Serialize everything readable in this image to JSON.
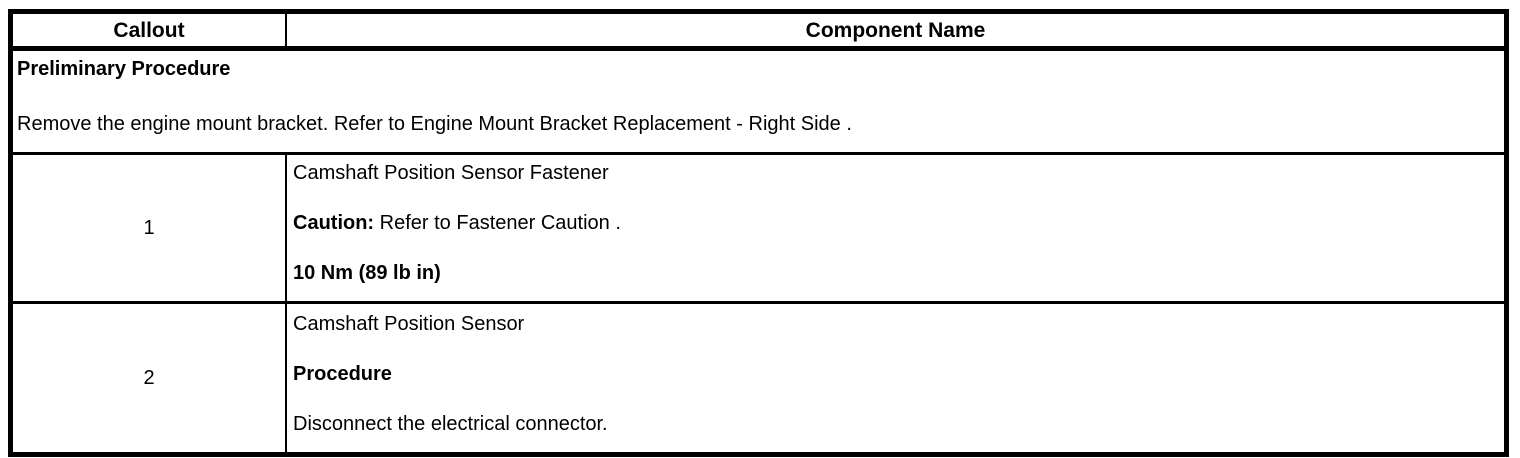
{
  "colors": {
    "border": "#000000",
    "text": "#000000",
    "background": "#ffffff"
  },
  "table": {
    "header": {
      "callout": "Callout",
      "component_name": "Component Name"
    },
    "preliminary": {
      "title": "Preliminary Procedure",
      "instruction": "Remove the engine mount bracket. Refer to Engine Mount Bracket Replacement - Right Side ."
    },
    "rows": [
      {
        "callout": "1",
        "component": {
          "name": "Camshaft Position Sensor Fastener",
          "caution_label": "Caution:",
          "caution_text": " Refer to Fastener Caution .",
          "torque": "10 Nm (89 lb in)"
        }
      },
      {
        "callout": "2",
        "component": {
          "name": "Camshaft Position Sensor",
          "procedure_label": "Procedure",
          "procedure_text": "Disconnect the electrical connector."
        }
      }
    ]
  }
}
